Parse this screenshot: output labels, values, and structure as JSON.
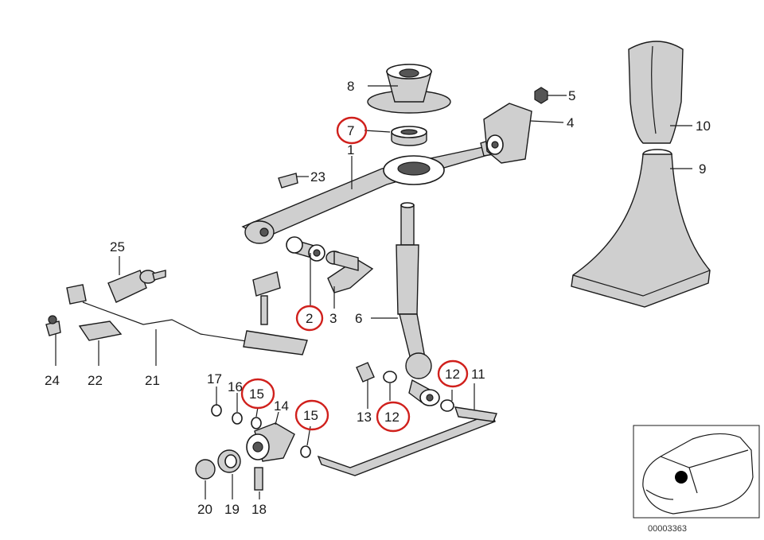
{
  "callouts": [
    {
      "id": "p1",
      "text": "1"
    },
    {
      "id": "p2",
      "text": "2",
      "highlighted": true
    },
    {
      "id": "p3",
      "text": "3"
    },
    {
      "id": "p4",
      "text": "4"
    },
    {
      "id": "p5",
      "text": "5"
    },
    {
      "id": "p6",
      "text": "6"
    },
    {
      "id": "p7",
      "text": "7",
      "highlighted": true
    },
    {
      "id": "p8",
      "text": "8"
    },
    {
      "id": "p9",
      "text": "9"
    },
    {
      "id": "p10",
      "text": "10"
    },
    {
      "id": "p11",
      "text": "11"
    },
    {
      "id": "p12a",
      "text": "12",
      "highlighted": true
    },
    {
      "id": "p12b",
      "text": "12",
      "highlighted": true
    },
    {
      "id": "p13",
      "text": "13"
    },
    {
      "id": "p14",
      "text": "14"
    },
    {
      "id": "p15a",
      "text": "15",
      "highlighted": true
    },
    {
      "id": "p15b",
      "text": "15",
      "highlighted": true
    },
    {
      "id": "p16",
      "text": "16"
    },
    {
      "id": "p17",
      "text": "17"
    },
    {
      "id": "p18",
      "text": "18"
    },
    {
      "id": "p19",
      "text": "19"
    },
    {
      "id": "p20",
      "text": "20"
    },
    {
      "id": "p21",
      "text": "21"
    },
    {
      "id": "p22",
      "text": "22"
    },
    {
      "id": "p23",
      "text": "23"
    },
    {
      "id": "p24",
      "text": "24"
    },
    {
      "id": "p25",
      "text": "25"
    }
  ],
  "reference_number": "00003363",
  "colors": {
    "highlight": "#d0201c",
    "line": "#1a1a1a",
    "part_fill": "#cfcfcf"
  }
}
